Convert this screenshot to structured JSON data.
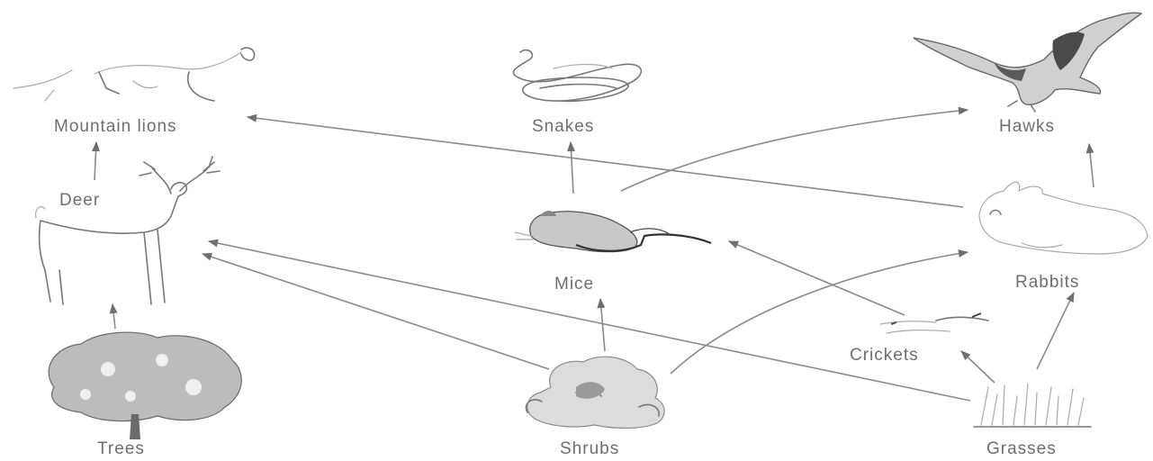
{
  "organisms": {
    "mountain_lions": "Mountain lions",
    "snakes": "Snakes",
    "hawks": "Hawks",
    "deer": "Deer",
    "mice": "Mice",
    "rabbits": "Rabbits",
    "crickets": "Crickets",
    "trees": "Trees",
    "shrubs": "Shrubs",
    "grasses": "Grasses"
  },
  "links": [
    {
      "from": "Trees",
      "to": "Deer"
    },
    {
      "from": "Shrubs",
      "to": "Deer"
    },
    {
      "from": "Grasses",
      "to": "Deer"
    },
    {
      "from": "Deer",
      "to": "Mountain lions"
    },
    {
      "from": "Rabbits",
      "to": "Mountain lions"
    },
    {
      "from": "Shrubs",
      "to": "Mice"
    },
    {
      "from": "Mice",
      "to": "Snakes"
    },
    {
      "from": "Mice",
      "to": "Hawks"
    },
    {
      "from": "Shrubs",
      "to": "Rabbits"
    },
    {
      "from": "Grasses",
      "to": "Rabbits"
    },
    {
      "from": "Rabbits",
      "to": "Hawks"
    },
    {
      "from": "Crickets",
      "to": "Mice"
    },
    {
      "from": "Grasses",
      "to": "Crickets"
    }
  ],
  "colors": {
    "arrow": "#8a8a8a",
    "label": "#6e6e6e",
    "background": "#ffffff"
  }
}
